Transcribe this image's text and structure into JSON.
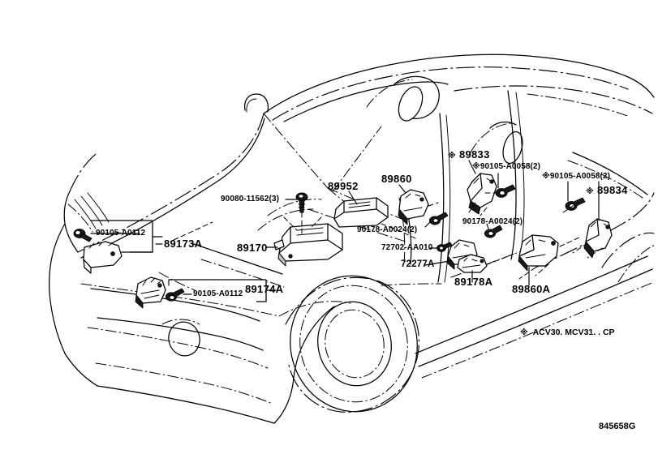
{
  "drawing": {
    "sheet_code": "845658G",
    "legend": {
      "marker": "※",
      "text": "ACV30. MCV31. . CP"
    }
  },
  "labels": {
    "front_left_bolt": "90105-A0112",
    "front_left_sensor_callout": "89173A",
    "front_right_bolt": "90105-A0112",
    "front_right_sensor_callout": "89174A",
    "hood_bolt": "90080-11562(3)",
    "airbag_ecu": "89170",
    "front_airbag_sensor_module": "89952",
    "center_sensor": "89860",
    "center_bolt": "90178-A0024(2)",
    "clip_72702": "72702-AA010",
    "bracket_72277": "72277A",
    "side_sensor_89178": "89178A",
    "rear_sensor_89860a": "89860A",
    "b_pillar_sensor": "89833",
    "b_pillar_bolt": "90105-A0058(2)",
    "c_pillar_bolt": "90105-A0058(2)",
    "c_pillar_sensor": "89834",
    "rear_bolt_90178": "90178-A0024(2)",
    "marker": "※"
  }
}
